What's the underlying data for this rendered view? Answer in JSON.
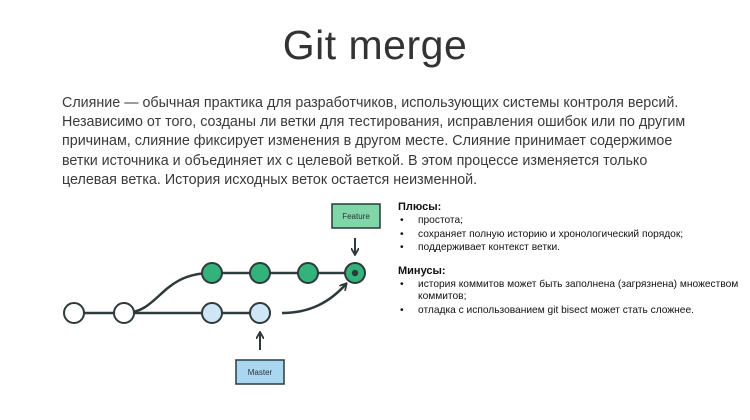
{
  "title": "Git merge",
  "intro": "Слияние — обычная практика для разработчиков, использующих системы контроля версий. Независимо от того, созданы ли ветки для тестирования, исправления ошибок или по другим причинам, слияние фиксирует изменения в другом месте. Слияние принимает содержимое ветки источника и объединяет их с целевой веткой. В этом процессе изменяется только целевая ветка. История исходных веток остается неизменной.",
  "diagram": {
    "feature_label": "Feature",
    "master_label": "Master",
    "colors": {
      "line": "#2e3a3a",
      "feature_fill": "#33b27c",
      "feature_box": "#7fd6a9",
      "master_fill": "#cfe6f7",
      "master_box": "#a9d6f0",
      "base_fill": "#ffffff"
    }
  },
  "pros": {
    "heading": "Плюсы:",
    "items": [
      "простота;",
      "сохраняет полную историю и хронологический порядок;",
      "поддерживает контекст ветки."
    ]
  },
  "cons": {
    "heading": "Минусы:",
    "items": [
      "история коммитов может быть заполнена (загрязнена) множеством коммитов;",
      "отладка с использованием git bisect может стать сложнее."
    ]
  }
}
